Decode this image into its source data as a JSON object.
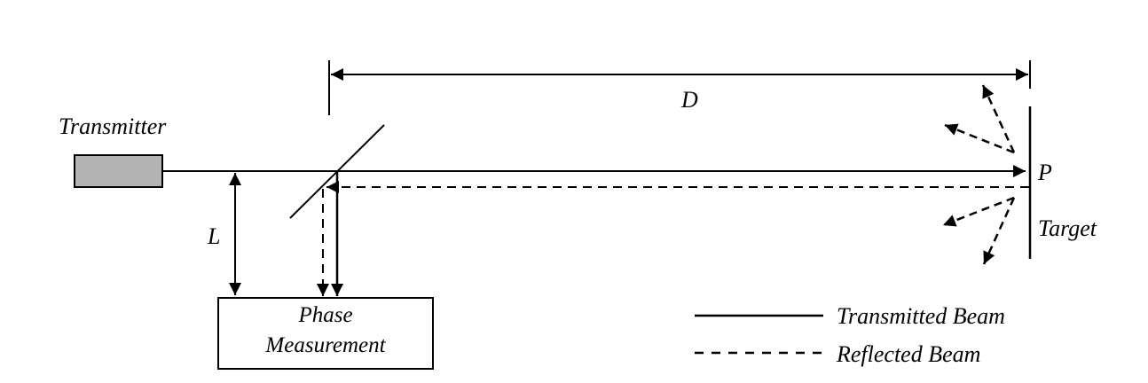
{
  "labels": {
    "transmitter": "Transmitter",
    "distance": "D",
    "offset": "L",
    "point": "P",
    "target": "Target",
    "phase_line1": "Phase",
    "phase_line2": "Measurement"
  },
  "legend": {
    "transmitted": "Transmitted Beam",
    "reflected": "Reflected Beam"
  },
  "colors": {
    "ink": "#000000",
    "transmitter_fill": "#b3b3b3",
    "background": "#ffffff"
  }
}
